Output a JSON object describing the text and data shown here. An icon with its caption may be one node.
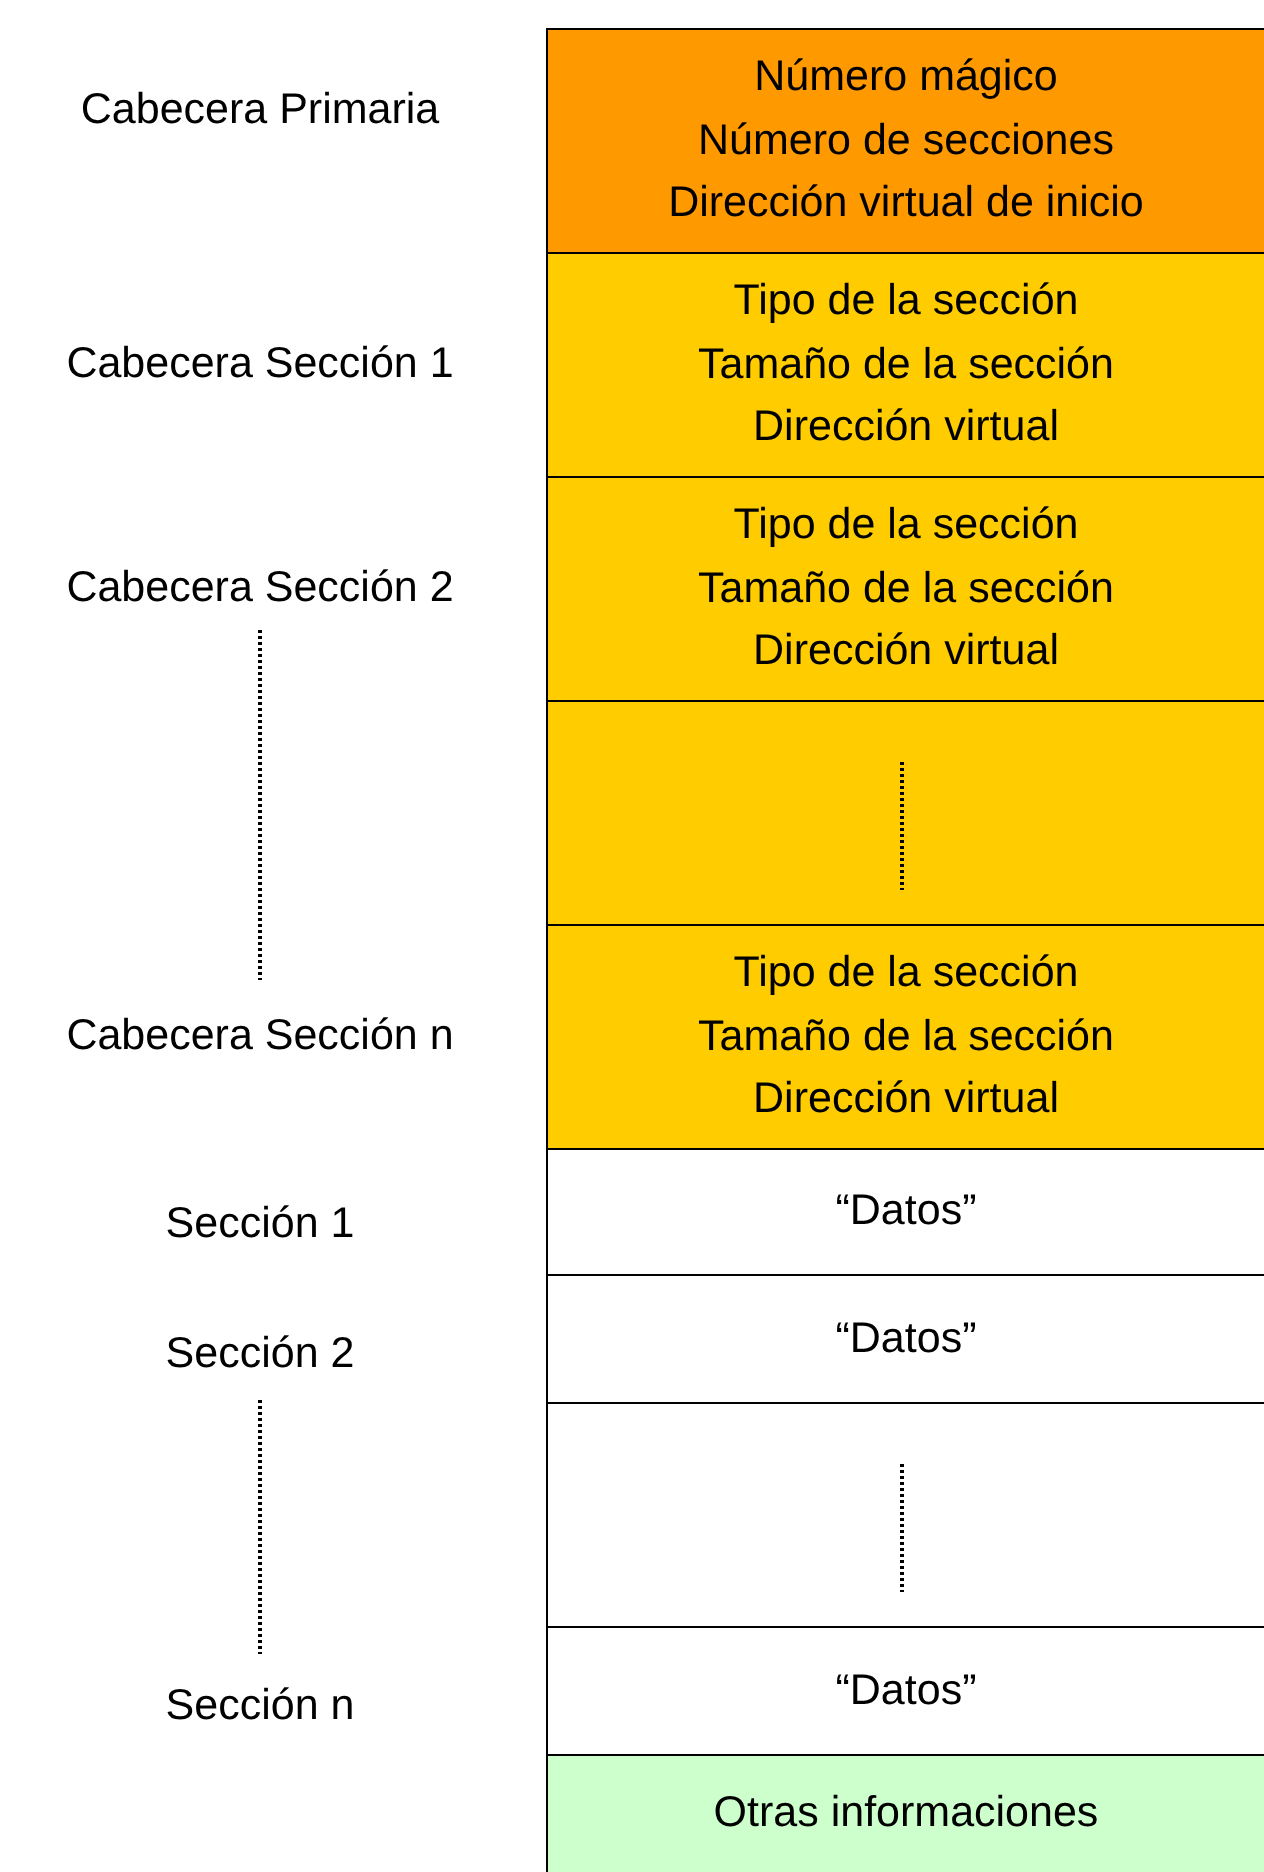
{
  "diagram": {
    "nodes": [
      {
        "text": [
          "Número mágico",
          "Número de secciones",
          "Dirección virtual de inicio"
        ],
        "beside": [
          "Cabecera Primaria"
        ]
      },
      {
        "text": [
          "Tipo de la sección",
          "Tamaño de la sección",
          "Dirección virtual"
        ],
        "beside": [
          "Cabecera Sección 1"
        ]
      },
      {
        "text": [
          "Tipo de la sección",
          "Tamaño de la sección",
          "Dirección virtual"
        ],
        "beside": [
          "Cabecera Sección 2"
        ]
      },
      {
        "text": [],
        "shape": "box"
      },
      {
        "text": [
          "Tipo de la sección",
          "Tamaño de la sección",
          "Dirección virtual"
        ],
        "beside": [
          "Cabecera Sección n"
        ]
      },
      {
        "text": [
          "“Datos”"
        ]
      },
      {
        "text": [
          "“Datos”"
        ]
      },
      {
        "text": [],
        "shape": "box"
      },
      {
        "text": [
          "“Datos”"
        ]
      },
      {
        "text": [
          "Otras informaciones"
        ]
      }
    ],
    "labels": [
      "Sección 1",
      "Sección 2",
      "Sección n"
    ]
  }
}
